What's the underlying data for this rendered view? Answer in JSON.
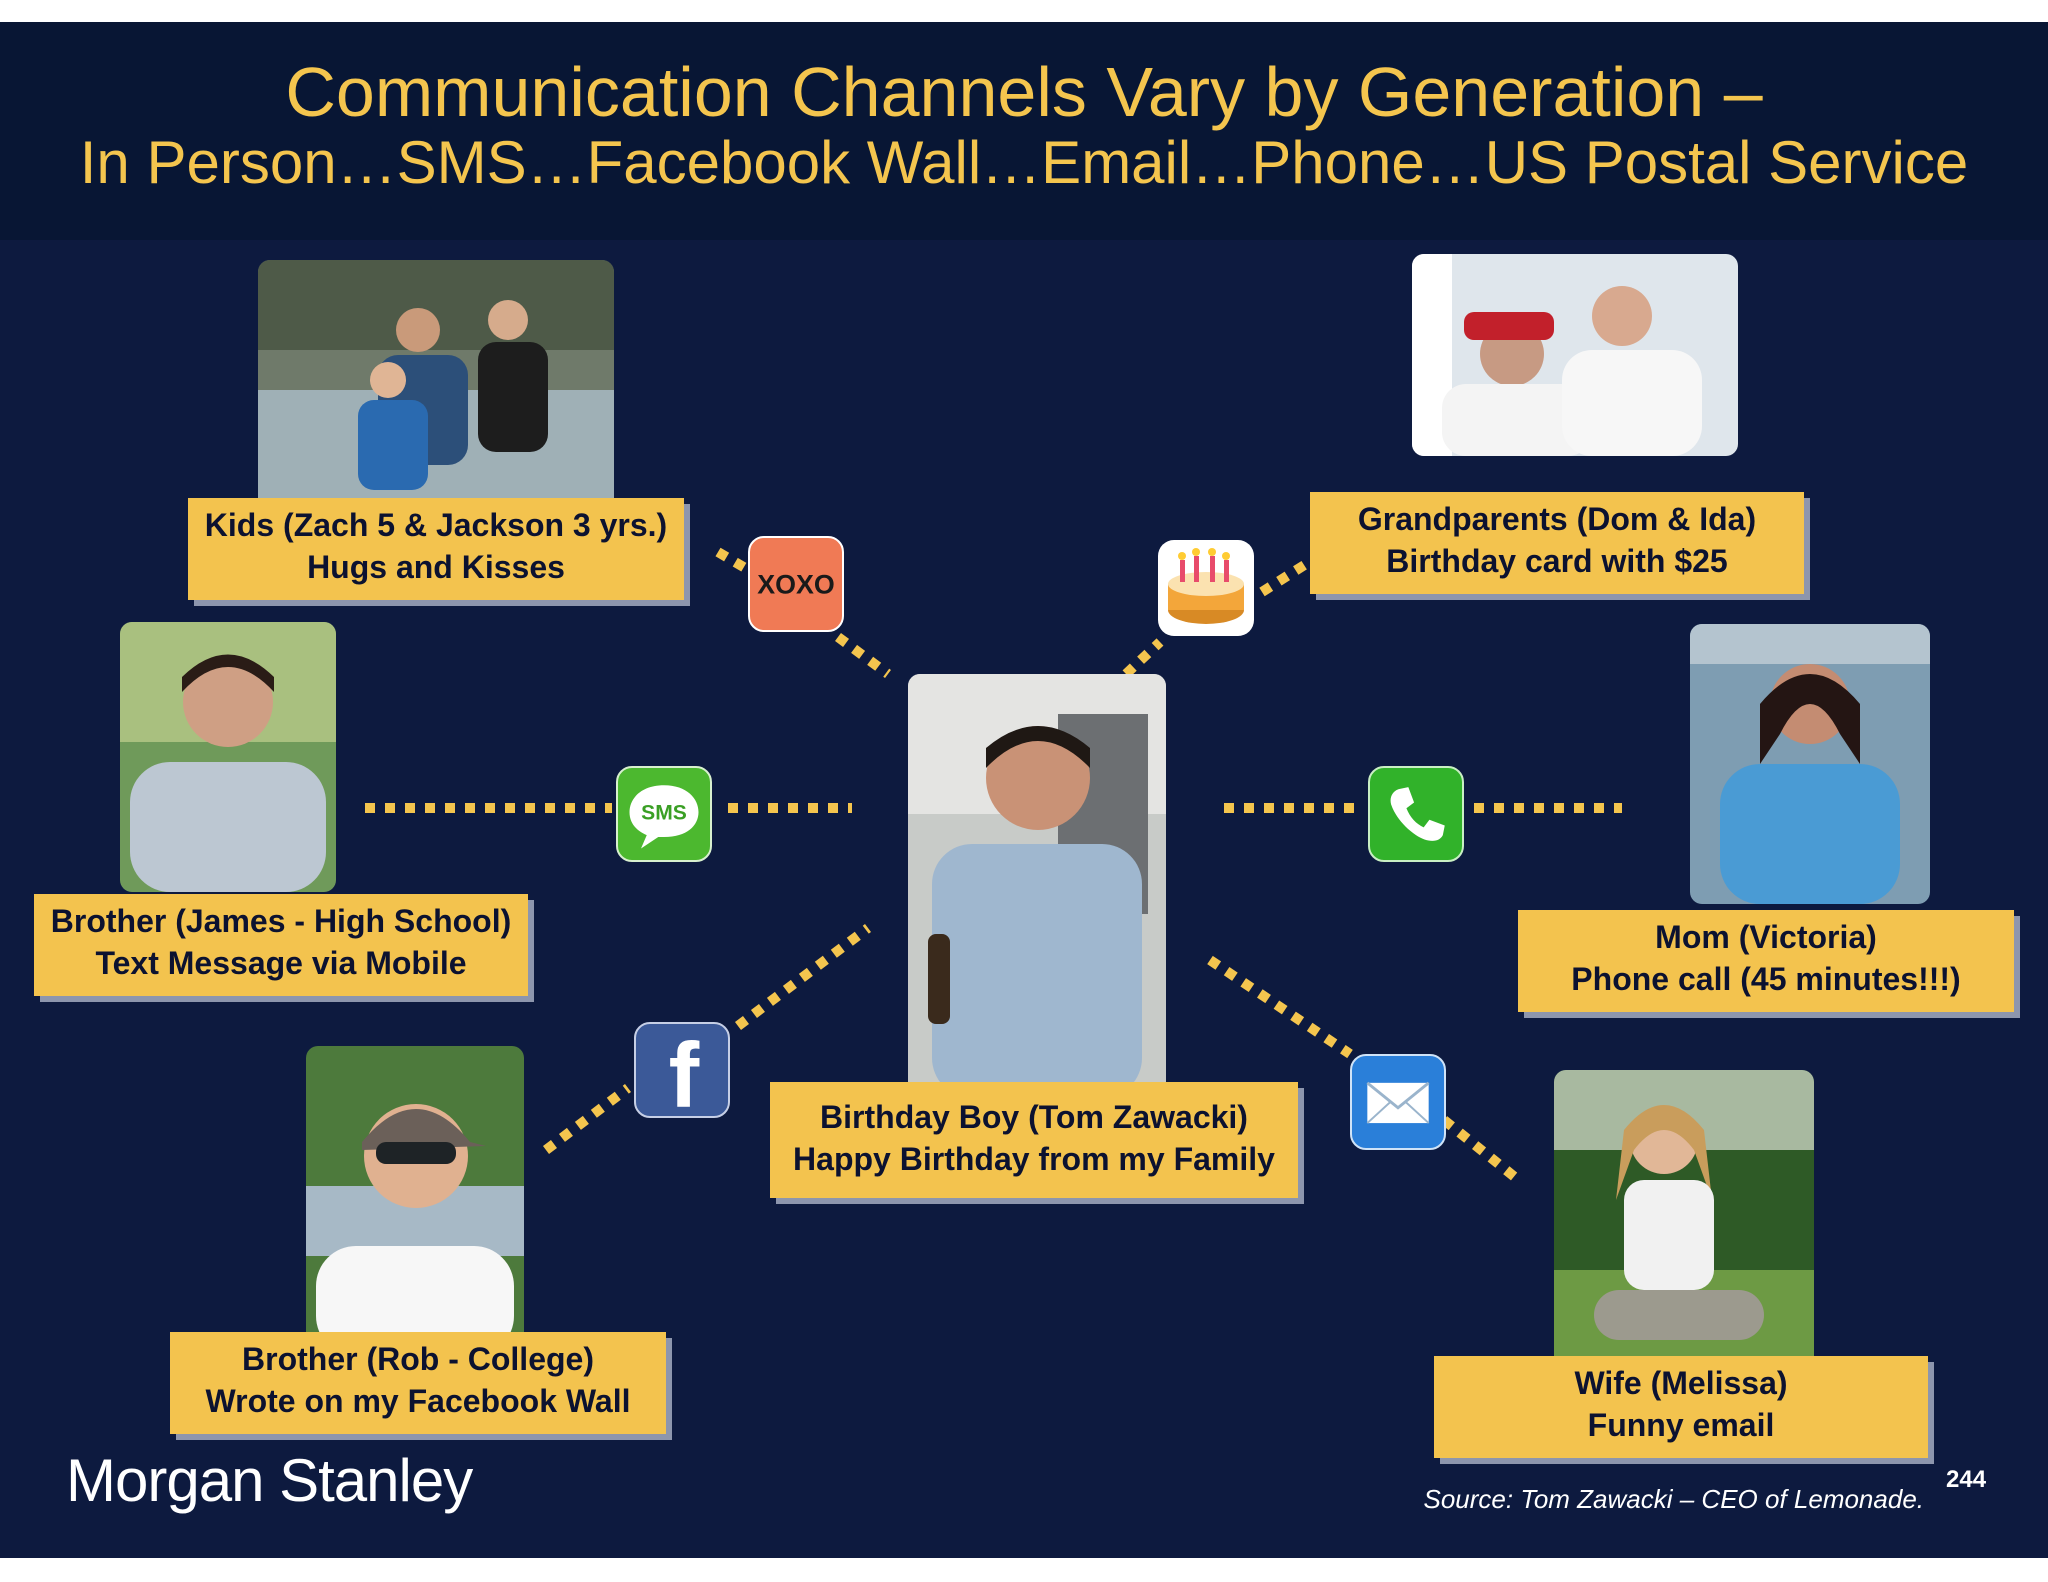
{
  "header": {
    "title": "Communication Channels Vary by Generation –",
    "subtitle": "In Person…SMS…Facebook Wall…Email…Phone…US Postal Service"
  },
  "people": {
    "kids": {
      "line1": "Kids (Zach 5 & Jackson 3 yrs.)",
      "line2": "Hugs and Kisses"
    },
    "grandparents": {
      "line1": "Grandparents (Dom & Ida)",
      "line2": "Birthday card with $25"
    },
    "brother_james": {
      "line1": "Brother (James - High School)",
      "line2": "Text Message via Mobile"
    },
    "mom": {
      "line1": "Mom (Victoria)",
      "line2": "Phone call (45 minutes!!!)"
    },
    "birthday_boy": {
      "line1": "Birthday Boy (Tom Zawacki)",
      "line2": "Happy Birthday from my Family"
    },
    "brother_rob": {
      "line1": "Brother (Rob - College)",
      "line2": "Wrote on my Facebook Wall"
    },
    "wife": {
      "line1": "Wife (Melissa)",
      "line2": "Funny email"
    }
  },
  "icons": {
    "hug": {
      "name": "xoxo-icon",
      "text": "XOXO",
      "color": "#f07a55"
    },
    "sms": {
      "name": "sms-icon",
      "text": "SMS",
      "color": "#4cb82f"
    },
    "facebook": {
      "name": "facebook-icon",
      "text": "f",
      "color": "#3b5998"
    },
    "cake": {
      "name": "birthday-cake-icon",
      "color": "#f3a63a"
    },
    "phone": {
      "name": "phone-icon",
      "color": "#31b22a"
    },
    "mail": {
      "name": "mail-icon",
      "color": "#2a7fd9"
    }
  },
  "footer": {
    "logo": "Morgan Stanley",
    "source": "Source: Tom Zawacki – CEO of Lemonade.",
    "page": "244"
  },
  "colors": {
    "background": "#0d1a3f",
    "header": "#081634",
    "accent": "#f4c54e",
    "label": "#f3c34e"
  }
}
